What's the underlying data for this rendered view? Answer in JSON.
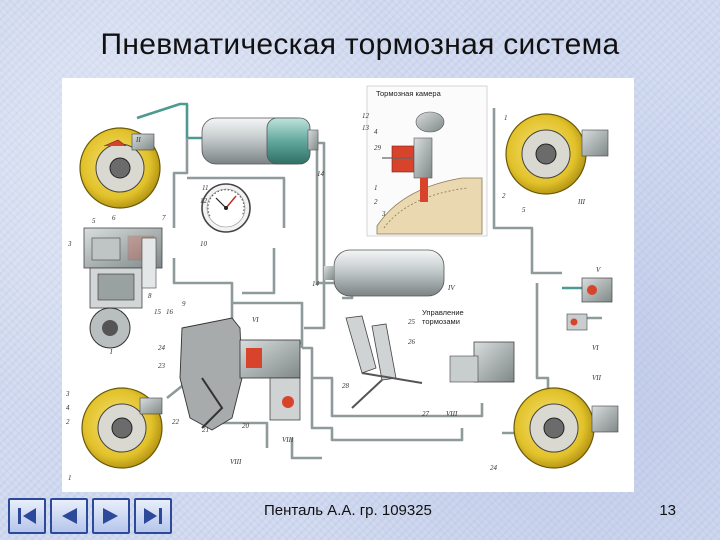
{
  "slide": {
    "title": "Пневматическая тормозная система",
    "footer": "Пенталь А.А. гр. 109325",
    "page_number": "13"
  },
  "diagram": {
    "inset_caption": "Тормозная камера",
    "control_caption_line1": "Управление",
    "control_caption_line2": "тормозами",
    "labels": {
      "n1": "1",
      "n2": "2",
      "n3": "3",
      "n4": "4",
      "n5": "5",
      "n6": "6",
      "n7": "7",
      "n8": "8",
      "n9": "9",
      "n10": "10",
      "n11": "11",
      "n12": "12",
      "n13": "13",
      "n14": "14",
      "n14b": "14",
      "n15": "15",
      "n16": "16",
      "n20": "20",
      "n21": "21",
      "n22": "22",
      "n23": "23",
      "n24": "24",
      "n24b": "24",
      "n25": "25",
      "n26": "26",
      "n27": "27",
      "n28": "28",
      "n29": "29",
      "rI": "I",
      "rII": "II",
      "rIII": "III",
      "rIV": "IV",
      "rV": "V",
      "rVI": "VI",
      "rVII": "VII",
      "rVIII": "VIII",
      "rVIIIb": "VIII",
      "i1": "1",
      "i2": "2",
      "i3": "3",
      "i4": "4",
      "i5": "5",
      "w1": "1",
      "w2": "2",
      "w3": "3",
      "w4": "4",
      "w5": "5"
    }
  },
  "navigation": {
    "first_icon": "first-slide-icon",
    "prev_icon": "previous-slide-icon",
    "next_icon": "next-slide-icon",
    "last_icon": "last-slide-icon"
  },
  "colors": {
    "drum_yellow": "#e6c832",
    "pipe_gray": "#8f9a9a",
    "pipe_teal": "#4d9a93",
    "brake_red": "#d8432c",
    "nav_border": "#2d4a9a"
  }
}
